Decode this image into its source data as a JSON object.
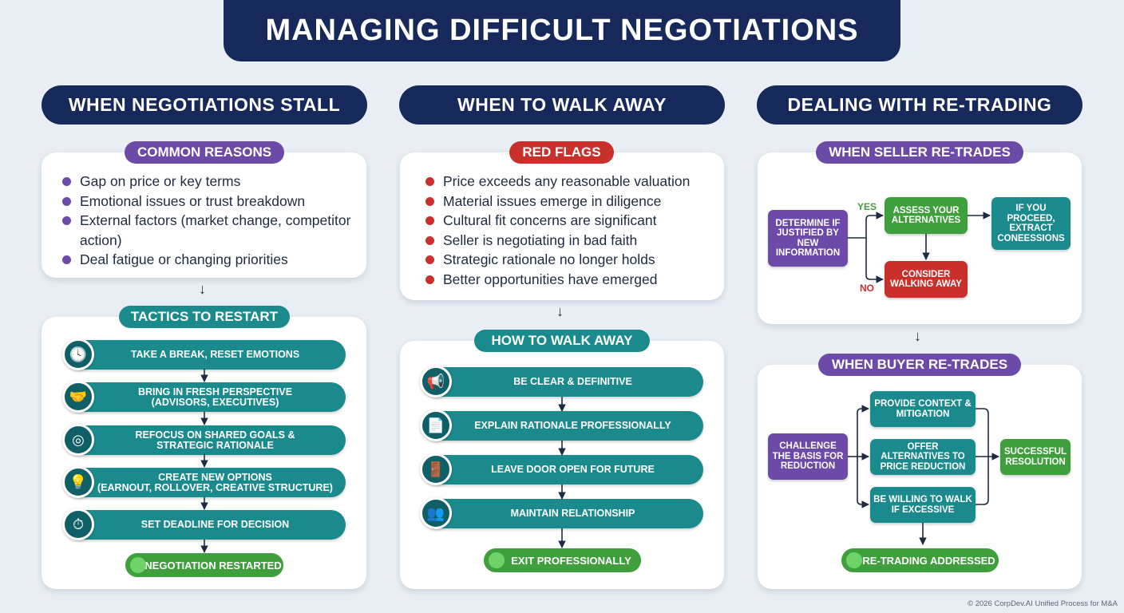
{
  "title": "MANAGING DIFFICULT NEGOTIATIONS",
  "columns": {
    "stall": {
      "header": "WHEN NEGOTIATIONS STALL",
      "reasons_label": "COMMON REASONS",
      "reasons": [
        "Gap on price or key terms",
        "Emotional issues or trust breakdown",
        "External factors (market change, competitor action)",
        "Deal fatigue or changing priorities"
      ],
      "tactics_label": "TACTICS TO RESTART",
      "tactics": [
        {
          "label": "TAKE A BREAK, RESET EMOTIONS",
          "icon": "clock-icon",
          "glyph": "🕓"
        },
        {
          "label": "BRING IN FRESH PERSPECTIVE\n(ADVISORS, EXECUTIVES)",
          "icon": "handshake-icon",
          "glyph": "🤝"
        },
        {
          "label": "REFOCUS ON SHARED GOALS &\nSTRATEGIC RATIONALE",
          "icon": "target-icon",
          "glyph": "◎"
        },
        {
          "label": "CREATE NEW OPTIONS\n(EARNOUT, ROLLOVER, CREATIVE STRUCTURE)",
          "icon": "lightbulb-icon",
          "glyph": "💡"
        },
        {
          "label": "SET DEADLINE FOR DECISION",
          "icon": "stopwatch-icon",
          "glyph": "⏱"
        }
      ],
      "result": "NEGOTIATION RESTARTED"
    },
    "walk": {
      "header": "WHEN TO WALK AWAY",
      "flags_label": "RED FLAGS",
      "flags": [
        "Price exceeds any reasonable valuation",
        "Material issues emerge in diligence",
        "Cultural fit concerns are significant",
        "Seller is negotiating in bad faith",
        "Strategic rationale no longer holds",
        "Better opportunities have emerged"
      ],
      "how_label": "HOW TO WALK AWAY",
      "steps": [
        {
          "label": "BE CLEAR & DEFINITIVE",
          "icon": "megaphone-icon",
          "glyph": "📢"
        },
        {
          "label": "EXPLAIN RATIONALE PROFESSIONALLY",
          "icon": "document-icon",
          "glyph": "📄"
        },
        {
          "label": "LEAVE DOOR OPEN FOR FUTURE",
          "icon": "door-icon",
          "glyph": "🚪"
        },
        {
          "label": "MAINTAIN RELATIONSHIP",
          "icon": "people-icon",
          "glyph": "👥"
        }
      ],
      "result": "EXIT PROFESSIONALLY"
    },
    "retrade": {
      "header": "DEALING WITH RE-TRADING",
      "seller_label": "WHEN SELLER RE-TRADES",
      "seller": {
        "start": "DETERMINE IF JUSTIFIED BY NEW INFORMATION",
        "yes_label": "YES",
        "no_label": "NO",
        "assess": "ASSESS YOUR ALTERNATIVES",
        "proceed": "IF YOU PROCEED, EXTRACT CONEESSIONS",
        "walk": "CONSIDER WALKING AWAY"
      },
      "buyer_label": "WHEN BUYER RE-TRADES",
      "buyer": {
        "start": "CHALLENGE THE BASIS FOR REDUCTION",
        "options": [
          "PROVIDE CONTEXT & MITIGATION",
          "OFFER ALTERNATIVES TO PRICE REDUCTION",
          "BE WILLING TO WALK IF EXCESSIVE"
        ],
        "end": "SUCCESSFUL RESOLUTION"
      },
      "result": "RE-TRADING ADDRESSED"
    }
  },
  "footer": "© 2026 CorpDev.AI Unified Process for M&A",
  "colors": {
    "navy": "#17295a",
    "purple": "#6b4aa8",
    "red": "#c9302c",
    "teal": "#1b8a8c",
    "green": "#3f9f3d"
  }
}
